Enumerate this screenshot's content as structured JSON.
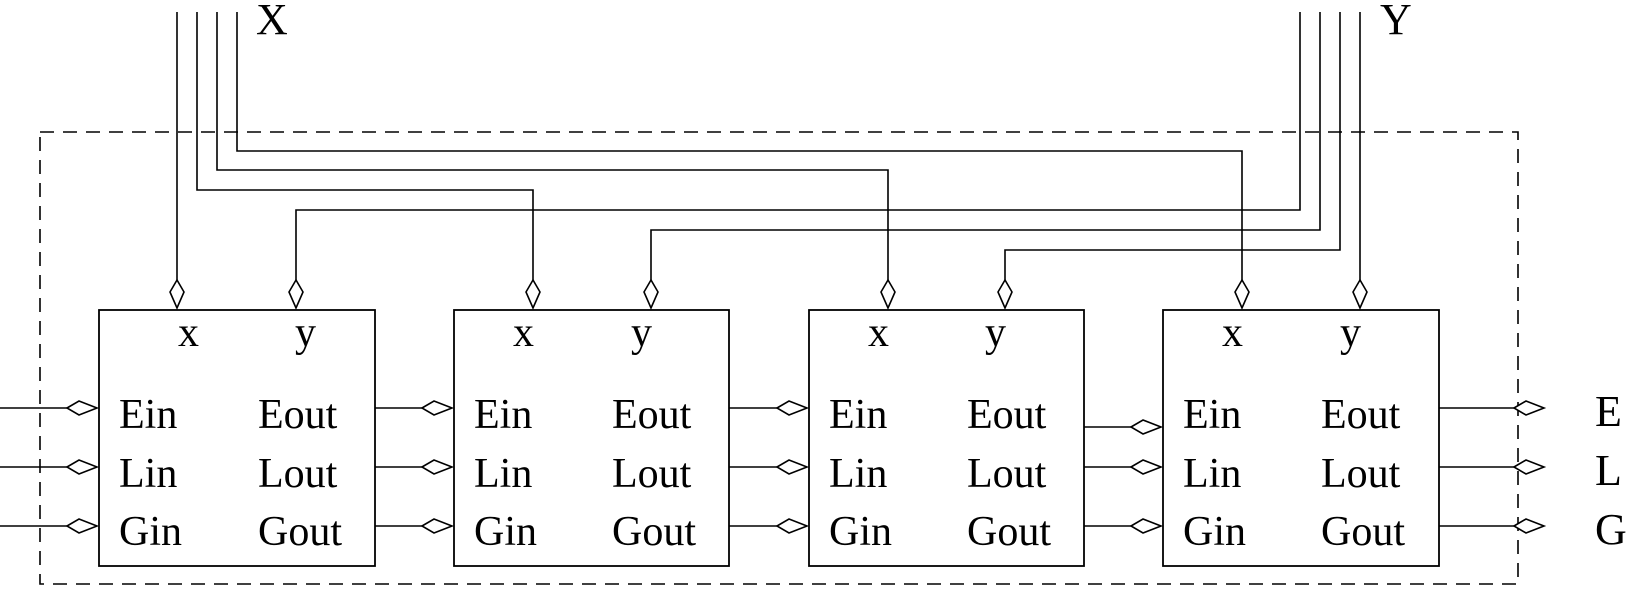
{
  "diagram": {
    "input_x_label": "X",
    "input_y_label": "Y",
    "cell_pins": {
      "x": "x",
      "y": "y",
      "ein": "Ein",
      "lin": "Lin",
      "gin": "Gin",
      "eout": "Eout",
      "lout": "Lout",
      "gout": "Gout"
    },
    "cells": 4,
    "outputs": [
      "E",
      "L",
      "G"
    ]
  }
}
